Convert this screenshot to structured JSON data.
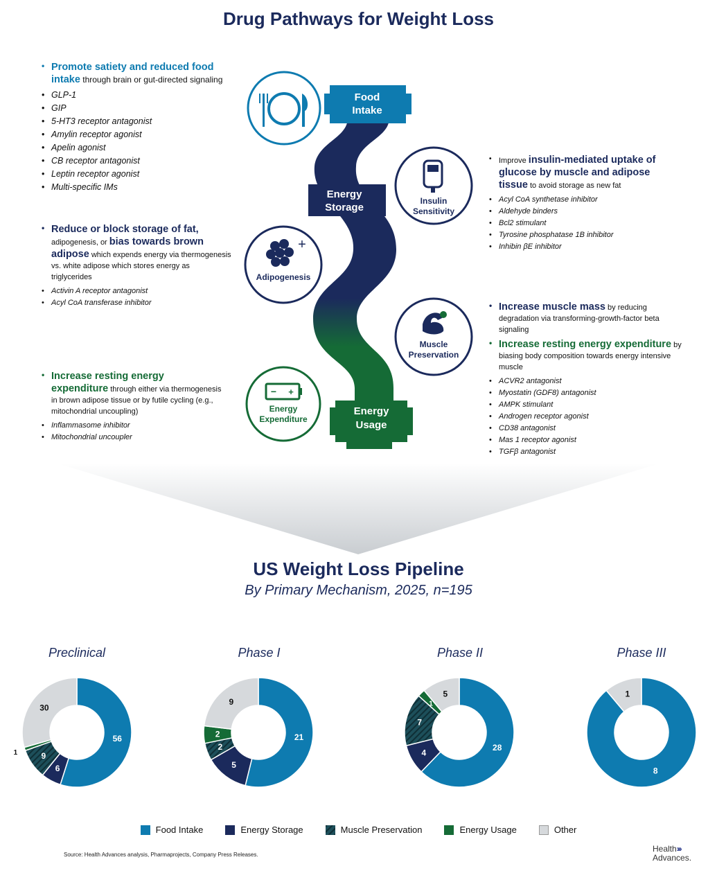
{
  "title": "Drug Pathways for Weight Loss",
  "colors": {
    "food_intake": "#0e7bb0",
    "energy_storage": "#1b2a5c",
    "muscle_preservation": "#1d4f5a",
    "energy_usage": "#156b36",
    "other": "#d6d9dc"
  },
  "pathway": {
    "food_intake": "Food\nIntake",
    "energy_storage": "Energy\nStorage",
    "energy_usage": "Energy\nUsage"
  },
  "icons": {
    "plate": {
      "name": "plate-fork-knife-icon",
      "label": ""
    },
    "insulin": {
      "name": "glucose-meter-icon",
      "label": "Insulin\nSensitivity"
    },
    "adipo": {
      "name": "fat-cells-icon",
      "label": "Adipogenesis"
    },
    "muscle": {
      "name": "flexed-arm-icon",
      "label": "Muscle\nPreservation"
    },
    "battery": {
      "name": "battery-icon",
      "label": "Energy\nExpenditure"
    }
  },
  "left_top": {
    "hl": "Promote satiety and reduced food intake",
    "rest": " through brain or gut-directed signaling",
    "items": [
      "GLP-1",
      "GIP",
      "5-HT3 receptor antagonist",
      "Amylin receptor agonist",
      "Apelin agonist",
      "CB receptor antagonist",
      "Leptin receptor agonist",
      "Multi-specific IMs"
    ]
  },
  "left_mid": {
    "hl1": "Reduce or block storage of fat,",
    "mid": " adipogenesis, or ",
    "hl2": "bias towards brown adipose",
    "rest": " which expends energy via thermogenesis vs. white adipose which stores energy as triglycerides",
    "items": [
      "Activin A receptor antagonist",
      "Acyl CoA transferase inhibitor"
    ]
  },
  "left_bottom": {
    "hl": "Increase resting energy expenditure",
    "rest": " through either via thermogenesis in brown adipose tissue or by futile cycling (e.g., mitochondrial uncoupling)",
    "items": [
      "Inflammasome inhibitor",
      "Mitochondrial uncoupler"
    ]
  },
  "right_top": {
    "pre": "Improve ",
    "hl": "insulin-mediated uptake of glucose by muscle and adipose tissue",
    "rest": " to avoid storage as new fat",
    "items": [
      "Acyl CoA synthetase inhibitor",
      "Aldehyde binders",
      "Bcl2 stimulant",
      "Tyrosine phosphatase 1B inhibitor",
      "Inhibin βE inhibitor"
    ]
  },
  "right_bottom": {
    "hl1": "Increase muscle mass",
    "rest1": " by reducing degradation via transforming-growth-factor beta signaling",
    "hl2": "Increase resting energy expenditure",
    "rest2": " by biasing body composition towards energy intensive muscle",
    "items": [
      "ACVR2 antagonist",
      "Myostatin (GDF8) antagonist",
      "AMPK stimulant",
      "Androgen receptor agonist",
      "CD38 antagonist",
      "Mas 1 receptor agonist",
      "TGFβ antagonist"
    ]
  },
  "chart_data": {
    "type": "pie",
    "variant": "donut",
    "title": "US Weight Loss Pipeline",
    "subtitle": "By Primary Mechanism, 2025, n=195",
    "categories": [
      "Food Intake",
      "Energy Storage",
      "Muscle Preservation",
      "Energy Usage",
      "Other"
    ],
    "series": [
      {
        "name": "Preclinical",
        "values": [
          56,
          6,
          9,
          1,
          30
        ]
      },
      {
        "name": "Phase I",
        "values": [
          21,
          5,
          2,
          2,
          9
        ]
      },
      {
        "name": "Phase II",
        "values": [
          28,
          4,
          7,
          1,
          5
        ]
      },
      {
        "name": "Phase III",
        "values": [
          8,
          0,
          0,
          0,
          1
        ]
      }
    ],
    "legend": "bottom"
  },
  "source": "Source:  Health Advances analysis, Pharmaprojects, Company Press Releases.",
  "brand": {
    "line1": "Health",
    "arrows": "›››",
    "line2": "Advances."
  }
}
